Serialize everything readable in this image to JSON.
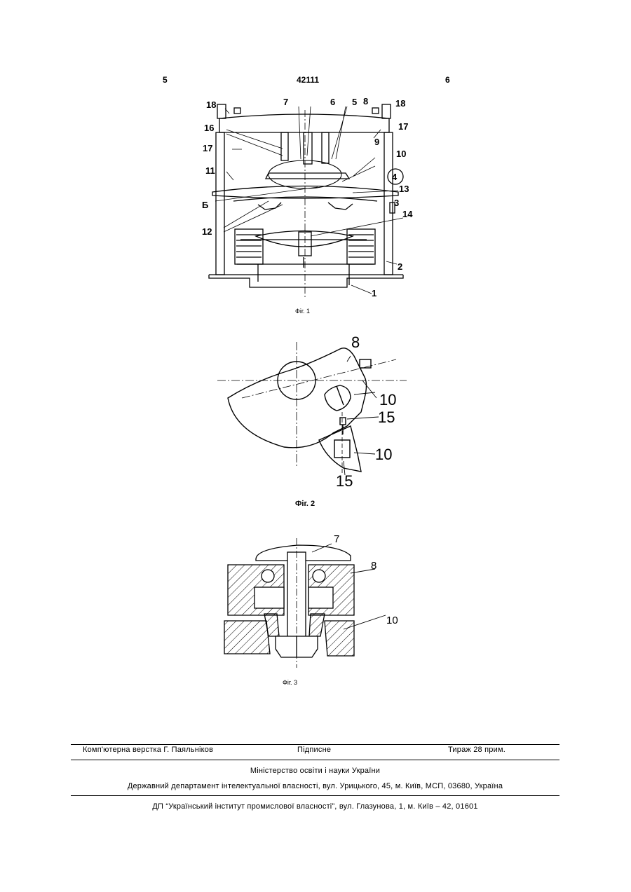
{
  "header": {
    "left_page": "5",
    "patent_number": "42111",
    "right_page": "6"
  },
  "figure1": {
    "caption": "Фіг. 1",
    "labels": {
      "l18a": "18",
      "l7": "7",
      "l6": "6",
      "l5": "5",
      "l8": "8",
      "l18b": "18",
      "l16": "16",
      "l17a": "17",
      "l17b": "17",
      "l10": "10",
      "l9": "9",
      "l11": "11",
      "l4": "4",
      "l13": "13",
      "lB": "Б",
      "l3": "3",
      "l12": "12",
      "l14": "14",
      "l2": "2",
      "l1": "1"
    }
  },
  "figure2": {
    "caption": "Фіг. 2",
    "labels": {
      "l8": "8",
      "l10a": "10",
      "l15a": "15",
      "l10b": "10",
      "l15b": "15"
    }
  },
  "figure3": {
    "caption": "Фіг. 3",
    "labels": {
      "l7": "7",
      "l8": "8",
      "l10": "10"
    }
  },
  "footer": {
    "typesetting": "Комп'ютерна верстка Г. Паяльніков",
    "signed": "Підписне",
    "circulation": "Тираж 28 прим.",
    "ministry": "Міністерство освіти і науки України",
    "department": "Державний департамент інтелектуальної власності, вул. Урицького, 45, м. Київ, МСП, 03680, Україна",
    "institute": "ДП “Український інститут промислової власності”, вул. Глазунова, 1, м. Київ – 42, 01601"
  }
}
